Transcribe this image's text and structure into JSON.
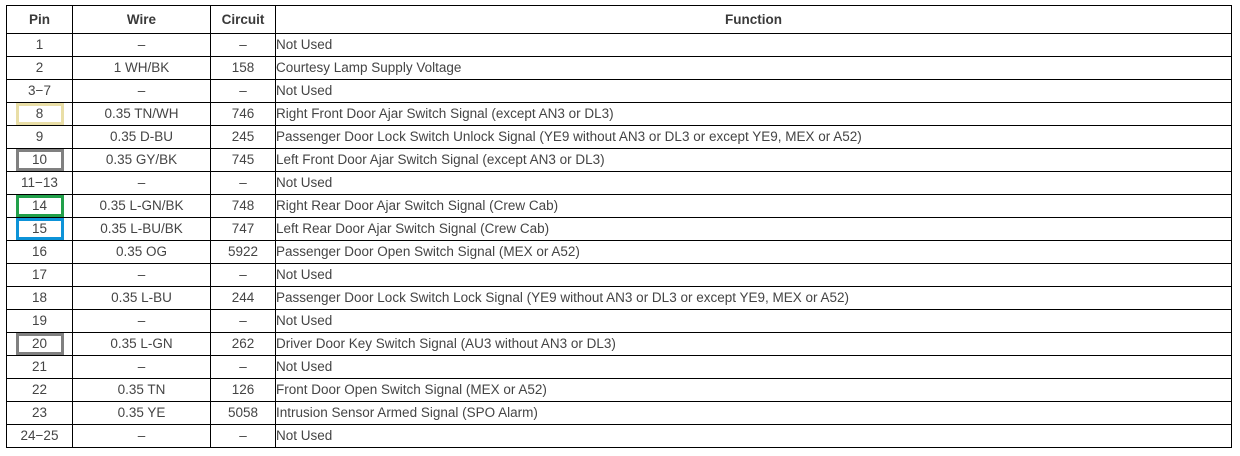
{
  "table": {
    "columns": [
      "Pin",
      "Wire",
      "Circuit",
      "Function"
    ],
    "rows": [
      {
        "pin": "1",
        "wire": "–",
        "circuit": "–",
        "function": "Not Used",
        "highlight": ""
      },
      {
        "pin": "2",
        "wire": "1 WH/BK",
        "circuit": "158",
        "function": "Courtesy Lamp Supply Voltage",
        "highlight": ""
      },
      {
        "pin": "3−7",
        "wire": "–",
        "circuit": "–",
        "function": "Not Used",
        "highlight": ""
      },
      {
        "pin": "8",
        "wire": "0.35 TN/WH",
        "circuit": "746",
        "function": "Right Front Door Ajar Switch Signal (except AN3 or DL3)",
        "highlight": "khaki"
      },
      {
        "pin": "9",
        "wire": "0.35 D-BU",
        "circuit": "245",
        "function": "Passenger Door Lock Switch Unlock Signal (YE9 without AN3 or DL3 or except YE9, MEX or A52)",
        "highlight": ""
      },
      {
        "pin": "10",
        "wire": "0.35 GY/BK",
        "circuit": "745",
        "function": "Left Front Door Ajar Switch Signal (except AN3 or DL3)",
        "highlight": "gray"
      },
      {
        "pin": "11−13",
        "wire": "–",
        "circuit": "–",
        "function": "Not Used",
        "highlight": ""
      },
      {
        "pin": "14",
        "wire": "0.35 L-GN/BK",
        "circuit": "748",
        "function": "Right Rear Door Ajar Switch Signal (Crew Cab)",
        "highlight": "green"
      },
      {
        "pin": "15",
        "wire": "0.35 L-BU/BK",
        "circuit": "747",
        "function": "Left Rear Door Ajar Switch Signal (Crew Cab)",
        "highlight": "blue"
      },
      {
        "pin": "16",
        "wire": "0.35 OG",
        "circuit": "5922",
        "function": "Passenger Door Open Switch Signal (MEX or A52)",
        "highlight": ""
      },
      {
        "pin": "17",
        "wire": "–",
        "circuit": "–",
        "function": "Not Used",
        "highlight": ""
      },
      {
        "pin": "18",
        "wire": "0.35 L-BU",
        "circuit": "244",
        "function": "Passenger Door Lock Switch Lock Signal (YE9 without AN3 or DL3 or except YE9, MEX or A52)",
        "highlight": ""
      },
      {
        "pin": "19",
        "wire": "–",
        "circuit": "–",
        "function": "Not Used",
        "highlight": ""
      },
      {
        "pin": "20",
        "wire": "0.35 L-GN",
        "circuit": "262",
        "function": "Driver Door Key Switch Signal (AU3 without AN3 or DL3)",
        "highlight": "gray"
      },
      {
        "pin": "21",
        "wire": "–",
        "circuit": "–",
        "function": "Not Used",
        "highlight": ""
      },
      {
        "pin": "22",
        "wire": "0.35 TN",
        "circuit": "126",
        "function": "Front Door Open Switch Signal (MEX or A52)",
        "highlight": ""
      },
      {
        "pin": "23",
        "wire": "0.35 YE",
        "circuit": "5058",
        "function": "Intrusion Sensor Armed Signal (SPO Alarm)",
        "highlight": ""
      },
      {
        "pin": "24−25",
        "wire": "–",
        "circuit": "–",
        "function": "Not Used",
        "highlight": ""
      }
    ]
  },
  "colors": {
    "highlight_khaki": "#e9dea6",
    "highlight_gray": "#808080",
    "highlight_green": "#21a04a",
    "highlight_blue": "#0d93d8",
    "border": "#000000",
    "text": "#444444"
  }
}
